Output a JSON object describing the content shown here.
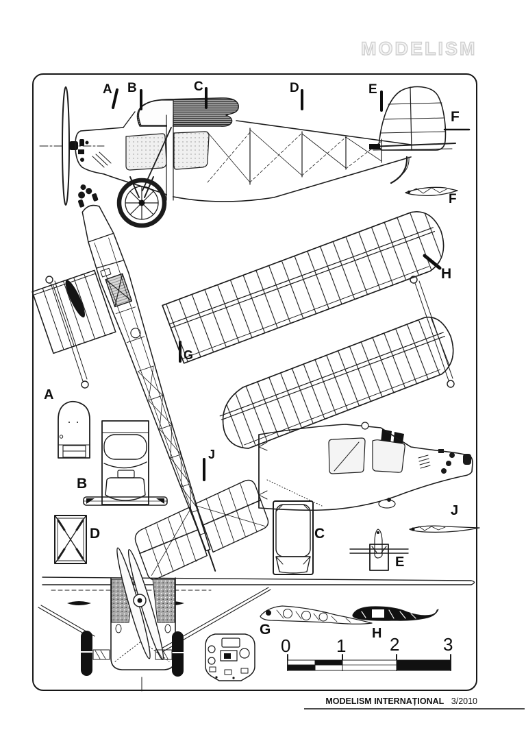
{
  "page": {
    "watermark": "MODELISM",
    "footer": {
      "title": "MODELISM INTERNAȚIONAL",
      "issue": "3/2010"
    }
  },
  "station_markers": {
    "a": "A",
    "b": "B",
    "c": "C",
    "d": "D",
    "e": "E",
    "f": "F"
  },
  "sections": {
    "a": "A",
    "b": "B",
    "c": "C",
    "d": "D",
    "e": "E"
  },
  "rib_labels": {
    "f": "F",
    "g": "G",
    "h": "H",
    "j": "J"
  },
  "view_markers": {
    "g": "G",
    "h": "H",
    "j": "J"
  },
  "scale_bar": {
    "ticks": [
      "0",
      "1",
      "2",
      "3"
    ]
  }
}
